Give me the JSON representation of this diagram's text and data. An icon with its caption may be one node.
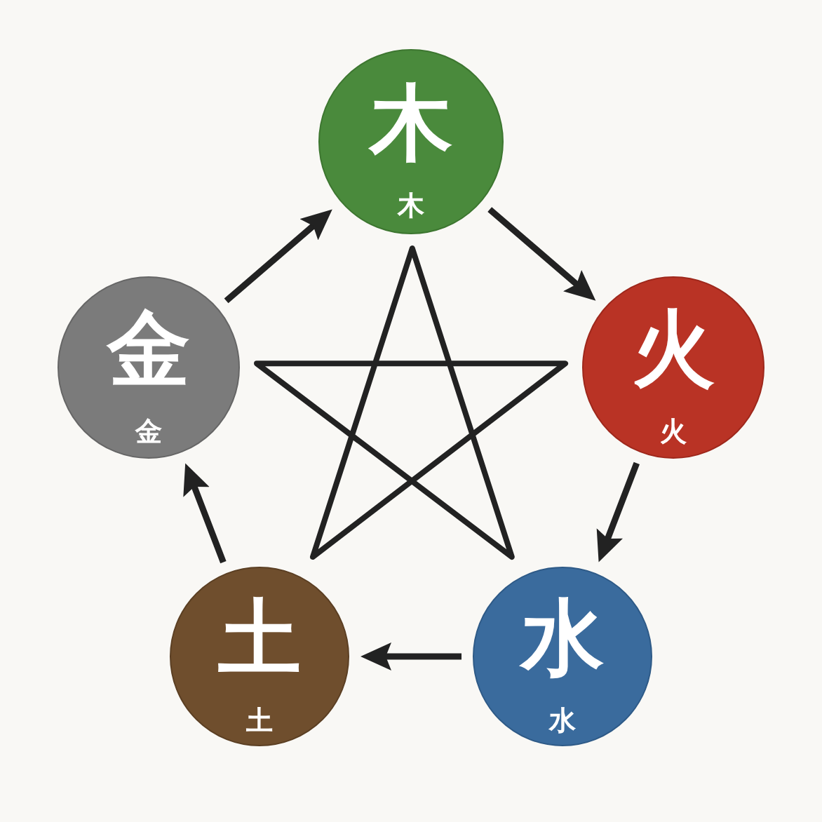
{
  "diagram": {
    "nodes": [
      {
        "text": [
          "木",
          "木"
        ]
      },
      {
        "text": [
          "金",
          "金"
        ]
      },
      {
        "text": [
          "火",
          "火"
        ]
      },
      {
        "text": [],
        "shape": "star"
      },
      {
        "text": [
          "土",
          "土"
        ]
      },
      {
        "text": [
          "水",
          "水"
        ]
      }
    ],
    "edges": [
      {
        "from": 0,
        "to": 2,
        "arrow": "to"
      },
      {
        "from": 2,
        "to": 5,
        "arrow": "to"
      },
      {
        "from": 5,
        "to": 4,
        "arrow": "to"
      },
      {
        "from": 4,
        "to": 1,
        "arrow": "to"
      },
      {
        "from": 1,
        "to": 0,
        "arrow": "to"
      }
    ]
  }
}
